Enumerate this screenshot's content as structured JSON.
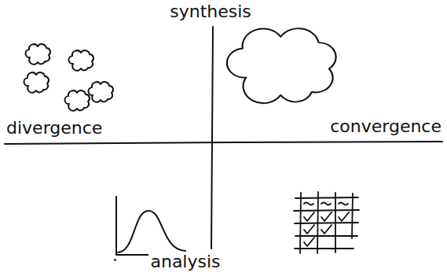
{
  "diagram": {
    "labels": [
      "synthesis",
      "divergence",
      "convergence",
      "analysis"
    ]
  }
}
